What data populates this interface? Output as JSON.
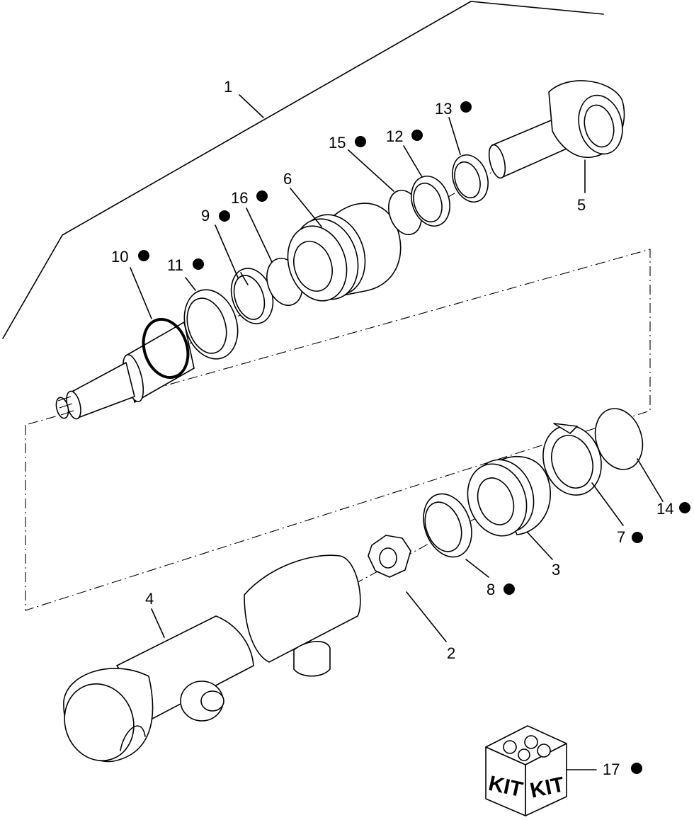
{
  "callouts": [
    {
      "id": "1",
      "label": "1",
      "kit": false
    },
    {
      "id": "2",
      "label": "2",
      "kit": false
    },
    {
      "id": "3",
      "label": "3",
      "kit": false
    },
    {
      "id": "4",
      "label": "4",
      "kit": false
    },
    {
      "id": "5",
      "label": "5",
      "kit": false
    },
    {
      "id": "6",
      "label": "6",
      "kit": false
    },
    {
      "id": "7",
      "label": "7",
      "kit": true
    },
    {
      "id": "8",
      "label": "8",
      "kit": true
    },
    {
      "id": "9",
      "label": "9",
      "kit": true
    },
    {
      "id": "10",
      "label": "10",
      "kit": true
    },
    {
      "id": "11",
      "label": "11",
      "kit": true
    },
    {
      "id": "12",
      "label": "12",
      "kit": true
    },
    {
      "id": "13",
      "label": "13",
      "kit": true
    },
    {
      "id": "14",
      "label": "14",
      "kit": true
    },
    {
      "id": "15",
      "label": "15",
      "kit": true
    },
    {
      "id": "16",
      "label": "16",
      "kit": true
    },
    {
      "id": "17",
      "label": "17",
      "kit": true
    }
  ],
  "kit_box": {
    "face_left": "KIT",
    "face_right": "KIT"
  }
}
